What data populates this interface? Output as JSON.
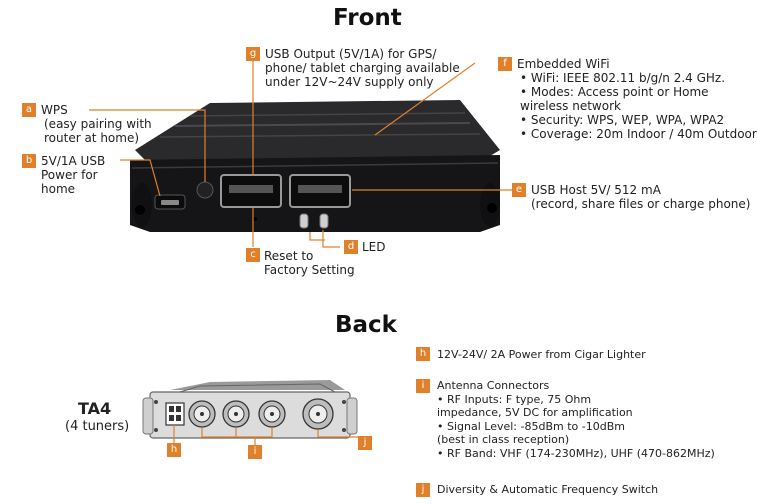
{
  "front": {
    "title": "Front",
    "a": {
      "badge": "a",
      "lines": [
        "WPS",
        "(easy pairing with",
        "router at home)"
      ]
    },
    "b": {
      "badge": "b",
      "lines": [
        "5V/1A USB",
        "Power for",
        "home"
      ]
    },
    "c": {
      "badge": "c",
      "lines": [
        "Reset to",
        "Factory Setting"
      ]
    },
    "d": {
      "badge": "d",
      "lines": [
        "LED"
      ]
    },
    "e": {
      "badge": "e",
      "lines": [
        "USB Host 5V/ 512 mA",
        "(record, share files or charge phone)"
      ]
    },
    "f": {
      "badge": "f",
      "lines": [
        "Embedded WiFi",
        "• WiFi: IEEE 802.11 b/g/n  2.4 GHz.",
        "• Modes: Access point or Home",
        "  wireless network",
        "• Security: WPS, WEP, WPA, WPA2",
        "• Coverage: 20m Indoor / 40m Outdoor"
      ]
    },
    "g": {
      "badge": "g",
      "lines": [
        "USB Output (5V/1A) for GPS/",
        "phone/ tablet charging available",
        "under 12V~24V supply only"
      ]
    }
  },
  "back": {
    "title": "Back",
    "model": "TA4",
    "tuners": "(4 tuners)",
    "h": {
      "badge": "h",
      "lines": [
        "12V-24V/ 2A Power from Cigar Lighter"
      ]
    },
    "i": {
      "badge": "i",
      "lines": [
        "Antenna Connectors",
        "• RF Inputs: F type, 75 Ohm",
        "   impedance, 5V DC for amplification",
        "• Signal Level: -85dBm to -10dBm",
        "   (best in class reception)",
        "• RF Band: VHF (174-230MHz), UHF (470-862MHz)"
      ]
    },
    "j": {
      "badge": "j",
      "lines": [
        "Diversity & Automatic Frequency Switch"
      ]
    }
  },
  "colors": {
    "accent": "#e0802a",
    "device": "#1c1c1e"
  }
}
